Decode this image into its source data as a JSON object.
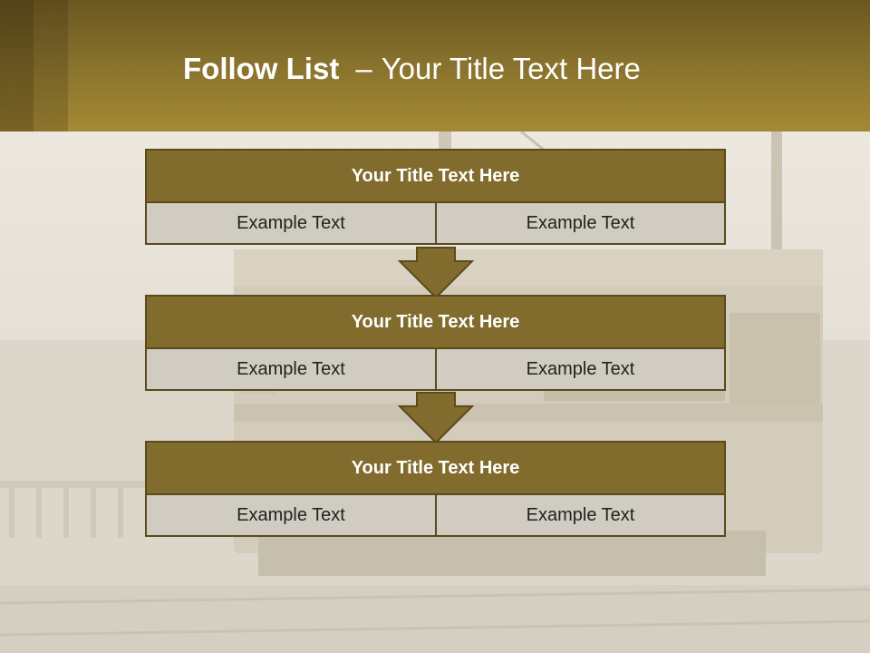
{
  "slide": {
    "title_bold": "Follow List",
    "title_separator": "–",
    "title_rest": "Your Title Text Here"
  },
  "list": [
    {
      "title": "Your Title Text Here",
      "left": "Example Text",
      "right": "Example Text"
    },
    {
      "title": "Your Title Text Here",
      "left": "Example Text",
      "right": "Example Text"
    },
    {
      "title": "Your Title Text Here",
      "left": "Example Text",
      "right": "Example Text"
    }
  ],
  "colors": {
    "header_gold": "#86702c",
    "block_title_bg": "#826c2d",
    "block_border": "#5a4a1c",
    "cell_bg": "#d1ccc1",
    "arrow_fill": "#826c2d"
  },
  "background_image": "sepia-tram-photo"
}
